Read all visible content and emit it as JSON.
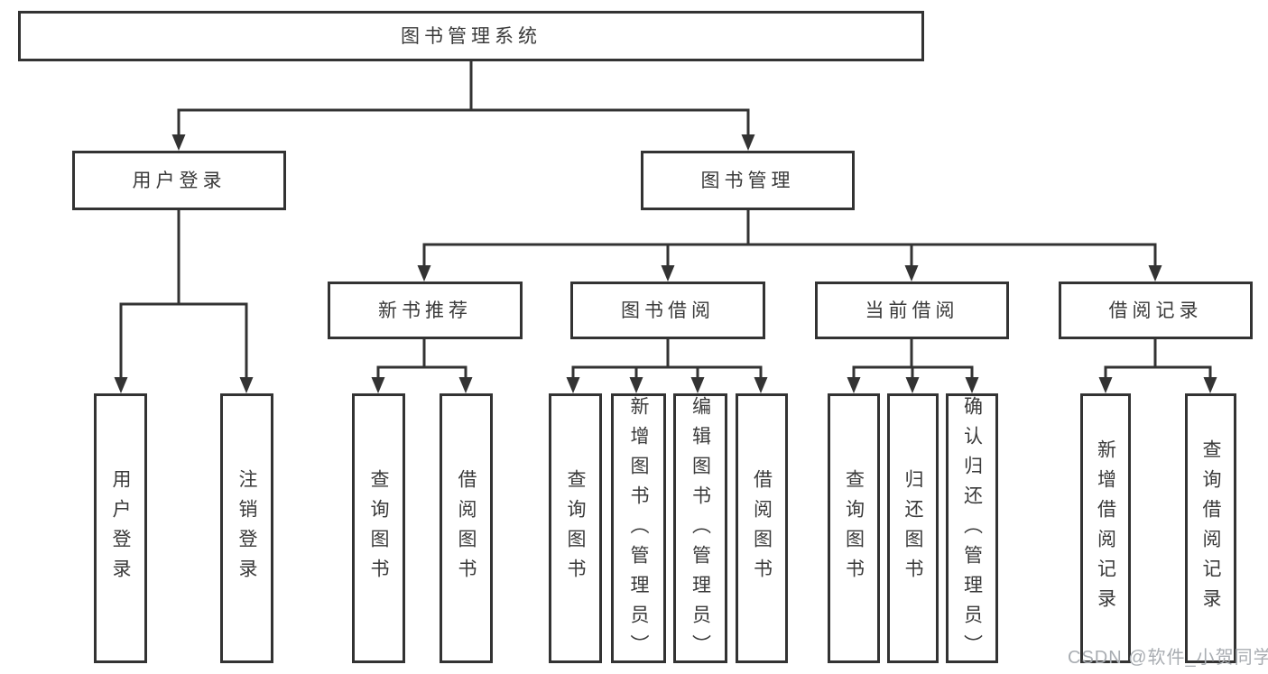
{
  "diagram": {
    "root_label": "图书管理系统",
    "level2": [
      {
        "label": "用户登录"
      },
      {
        "label": "图书管理"
      }
    ],
    "level3": [
      {
        "label": "新书推荐"
      },
      {
        "label": "图书借阅"
      },
      {
        "label": "当前借阅"
      },
      {
        "label": "借阅记录"
      }
    ],
    "leaves": {
      "user_login": [
        {
          "label": "用户登录"
        },
        {
          "label": "注销登录"
        }
      ],
      "new_book": [
        {
          "label": "查询图书"
        },
        {
          "label": "借阅图书"
        }
      ],
      "book_borrow": [
        {
          "label": "查询图书"
        },
        {
          "label": "新增图书（管理员）"
        },
        {
          "label": "编辑图书（管理员）"
        },
        {
          "label": "借阅图书"
        }
      ],
      "current_borrow": [
        {
          "label": "查询图书"
        },
        {
          "label": "归还图书"
        },
        {
          "label": "确认归还（管理员）"
        }
      ],
      "borrow_record": [
        {
          "label": "新增借阅记录"
        },
        {
          "label": "查询借阅记录"
        }
      ]
    },
    "watermark": "CSDN @软件_小贺同学"
  }
}
